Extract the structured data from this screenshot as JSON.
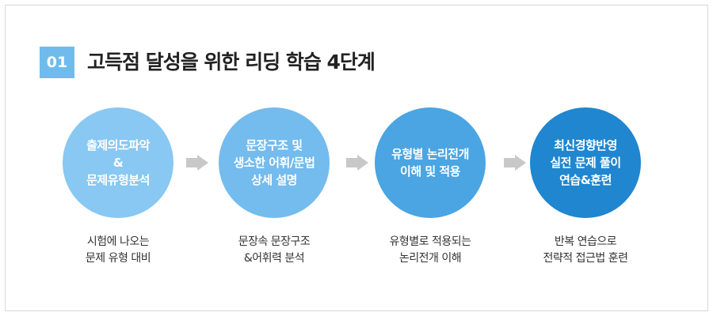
{
  "header": {
    "number": "01",
    "title": "고득점 달성을 위한 리딩 학습 4단계"
  },
  "steps": [
    {
      "label": "출제의도파악\n&\n문제유형분석",
      "desc": "시험에 나오는\n문제 유형 대비",
      "color": "#88c8f2"
    },
    {
      "label": "문장구조 및\n생소한 어휘/문법\n상세 설명",
      "desc": "문장속 문장구조\n&어휘력 분석",
      "color": "#74bbee"
    },
    {
      "label": "유형별 논리전개\n이해 및 적용",
      "desc": "유형별로 적용되는\n논리전개 이해",
      "color": "#4aa5e2"
    },
    {
      "label": "최신경향반영\n실전 문제 풀이\n연습&훈련",
      "desc": "반복 연습으로\n전략적 접근법 훈련",
      "color": "#1f86cf"
    }
  ]
}
